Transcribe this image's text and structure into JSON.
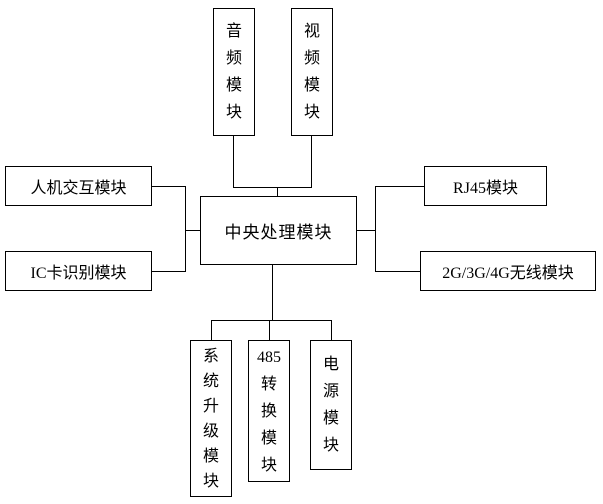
{
  "diagram": {
    "center": {
      "label": "中央处理模块"
    },
    "top_modules": [
      {
        "id": "audio-module",
        "label": "音频模块"
      },
      {
        "id": "video-module",
        "label": "视频模块"
      }
    ],
    "left_modules": [
      {
        "id": "human-machine-interaction-module",
        "label": "人机交互模块"
      },
      {
        "id": "ic-card-recognition-module",
        "label": "IC卡识别模块"
      }
    ],
    "right_modules": [
      {
        "id": "rj45-module",
        "label": "RJ45模块"
      },
      {
        "id": "wireless-module",
        "label": "2G/3G/4G无线模块"
      }
    ],
    "bottom_modules": [
      {
        "id": "system-upgrade-module",
        "label": "系统升级模块"
      },
      {
        "id": "485-conversion-module",
        "label": "485转换模块"
      },
      {
        "id": "power-module",
        "label": "电源模块"
      }
    ],
    "colors": {
      "line": "#000000",
      "background": "#ffffff"
    }
  }
}
